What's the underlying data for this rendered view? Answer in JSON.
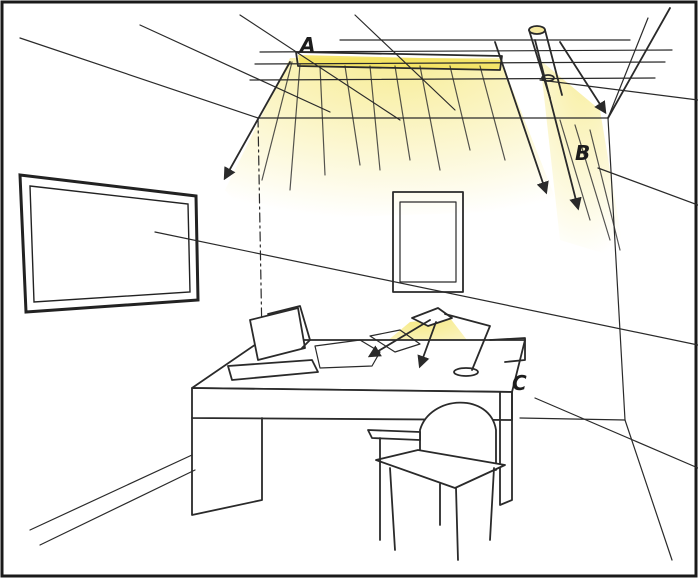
{
  "labels": {
    "a": "A",
    "b": "B",
    "c": "C"
  },
  "colors": {
    "ink": "#2a2a2a",
    "light": "#f3e25a",
    "frame": "#1a1a1a",
    "background": "#ffffff"
  }
}
